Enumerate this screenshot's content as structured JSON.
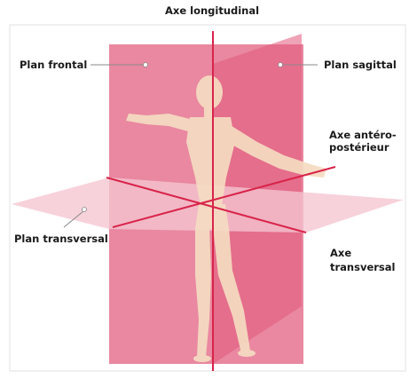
{
  "diagram": {
    "labels": {
      "axe_longitudinal": "Axe longitudinal",
      "plan_frontal": "Plan frontal",
      "plan_sagittal": "Plan sagittal",
      "axe_antero_posterieur_line1": "Axe antéro-",
      "axe_antero_posterieur_line2": "postérieur",
      "plan_transversal": "Plan transversal",
      "axe_transversal_line1": "Axe",
      "axe_transversal_line2": "transversal"
    },
    "colors": {
      "axis": "#d8244a",
      "plane_frontal": "#e15a7c",
      "plane_sagittal": "#ec93a9",
      "plane_transversal": "#f5c5d1",
      "figure": "#f6dcc2",
      "leader": "#8a8a8a",
      "panel_border": "#dedede"
    }
  }
}
